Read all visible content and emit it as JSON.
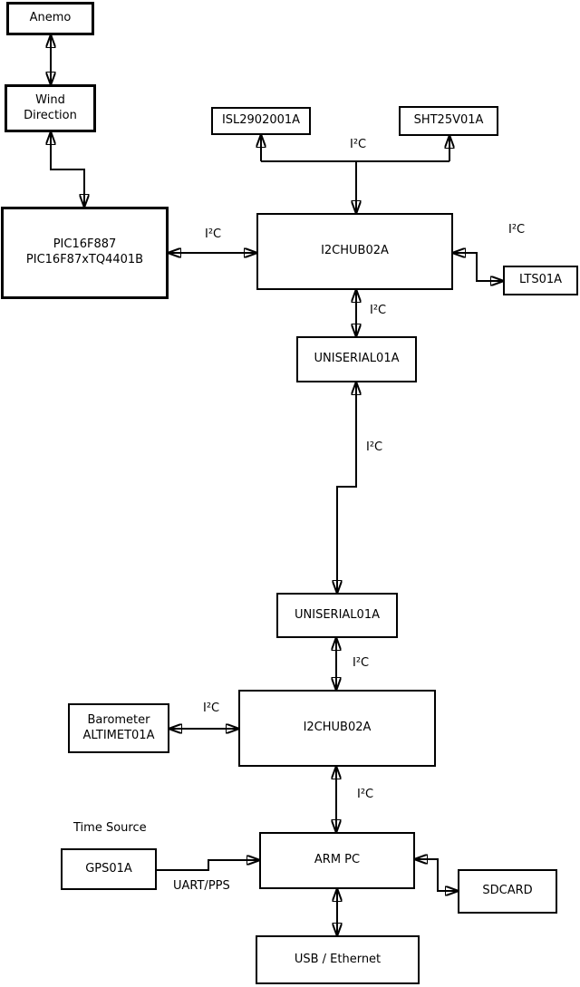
{
  "diagram": {
    "nodes": {
      "anemo": {
        "label": "Anemo"
      },
      "wind_direction": {
        "line1": "Wind",
        "line2": "Direction"
      },
      "pic": {
        "line1": "PIC16F887",
        "line2": "PIC16F87xTQ4401B"
      },
      "isl": {
        "label": "ISL2902001A"
      },
      "sht": {
        "label": "SHT25V01A"
      },
      "i2chub_top": {
        "label": "I2CHUB02A"
      },
      "lts": {
        "label": "LTS01A"
      },
      "uniserial_top": {
        "label": "UNISERIAL01A"
      },
      "uniserial_bottom": {
        "label": "UNISERIAL01A"
      },
      "barometer": {
        "line1": "Barometer",
        "line2": "ALTIMET01A"
      },
      "i2chub_bottom": {
        "label": "I2CHUB02A"
      },
      "gps": {
        "label": "GPS01A"
      },
      "arm_pc": {
        "label": "ARM PC"
      },
      "sdcard": {
        "label": "SDCARD"
      },
      "usb_ethernet": {
        "label": "USB / Ethernet"
      }
    },
    "labels": {
      "i2c": "I²C",
      "time_source": "Time Source",
      "uart_pps": "UART/PPS"
    },
    "colors": {
      "line": "#000000",
      "box_fill": "#ffffff",
      "background": "#ffffff"
    }
  }
}
